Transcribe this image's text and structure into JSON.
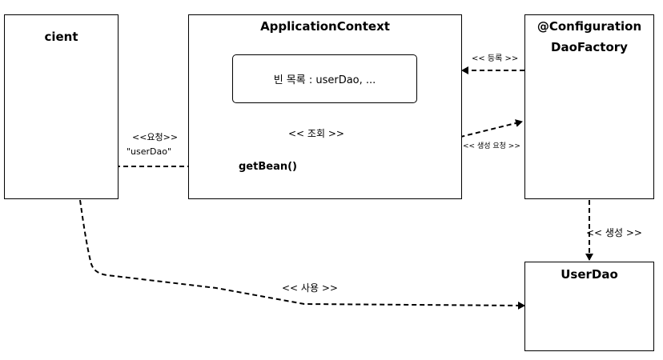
{
  "client": {
    "title": "cient"
  },
  "app_context": {
    "title": "ApplicationContext",
    "bean_list": "빈 목록 : userDao, ...",
    "getbean": "getBean()",
    "lookup": "<< 조회 >>"
  },
  "dao_factory": {
    "title_line1": "@Configuration",
    "title_line2": "DaoFactory"
  },
  "user_dao": {
    "title": "UserDao"
  },
  "edges": {
    "request_label": "<<요청>>",
    "request_arg": "\"userDao\"",
    "register": "<< 등록 >>",
    "create_request": "<< 생성 요청 >>",
    "create": "<< 생성 >>",
    "use": "<< 사용 >>"
  }
}
